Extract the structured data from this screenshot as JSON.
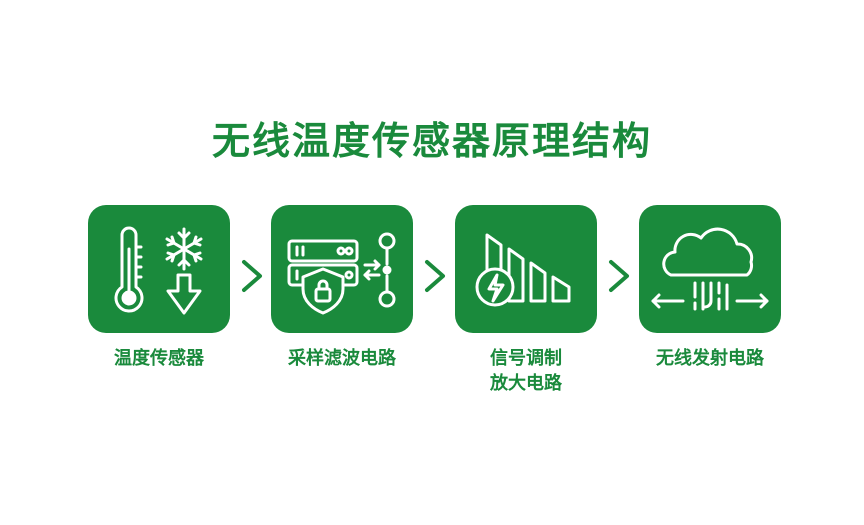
{
  "title": "无线温度传感器原理结构",
  "steps": [
    {
      "label": "温度传感器",
      "icon": "thermometer-snowflake-icon"
    },
    {
      "label": "采样滤波电路",
      "icon": "server-shield-circuit-icon"
    },
    {
      "label_line1": "信号调制",
      "label_line2": "放大电路",
      "icon": "signal-bars-lightning-icon"
    },
    {
      "label": "无线发射电路",
      "icon": "cloud-transmit-icon"
    }
  ],
  "colors": {
    "accent": "#1a8a3c",
    "background": "#ffffff"
  }
}
